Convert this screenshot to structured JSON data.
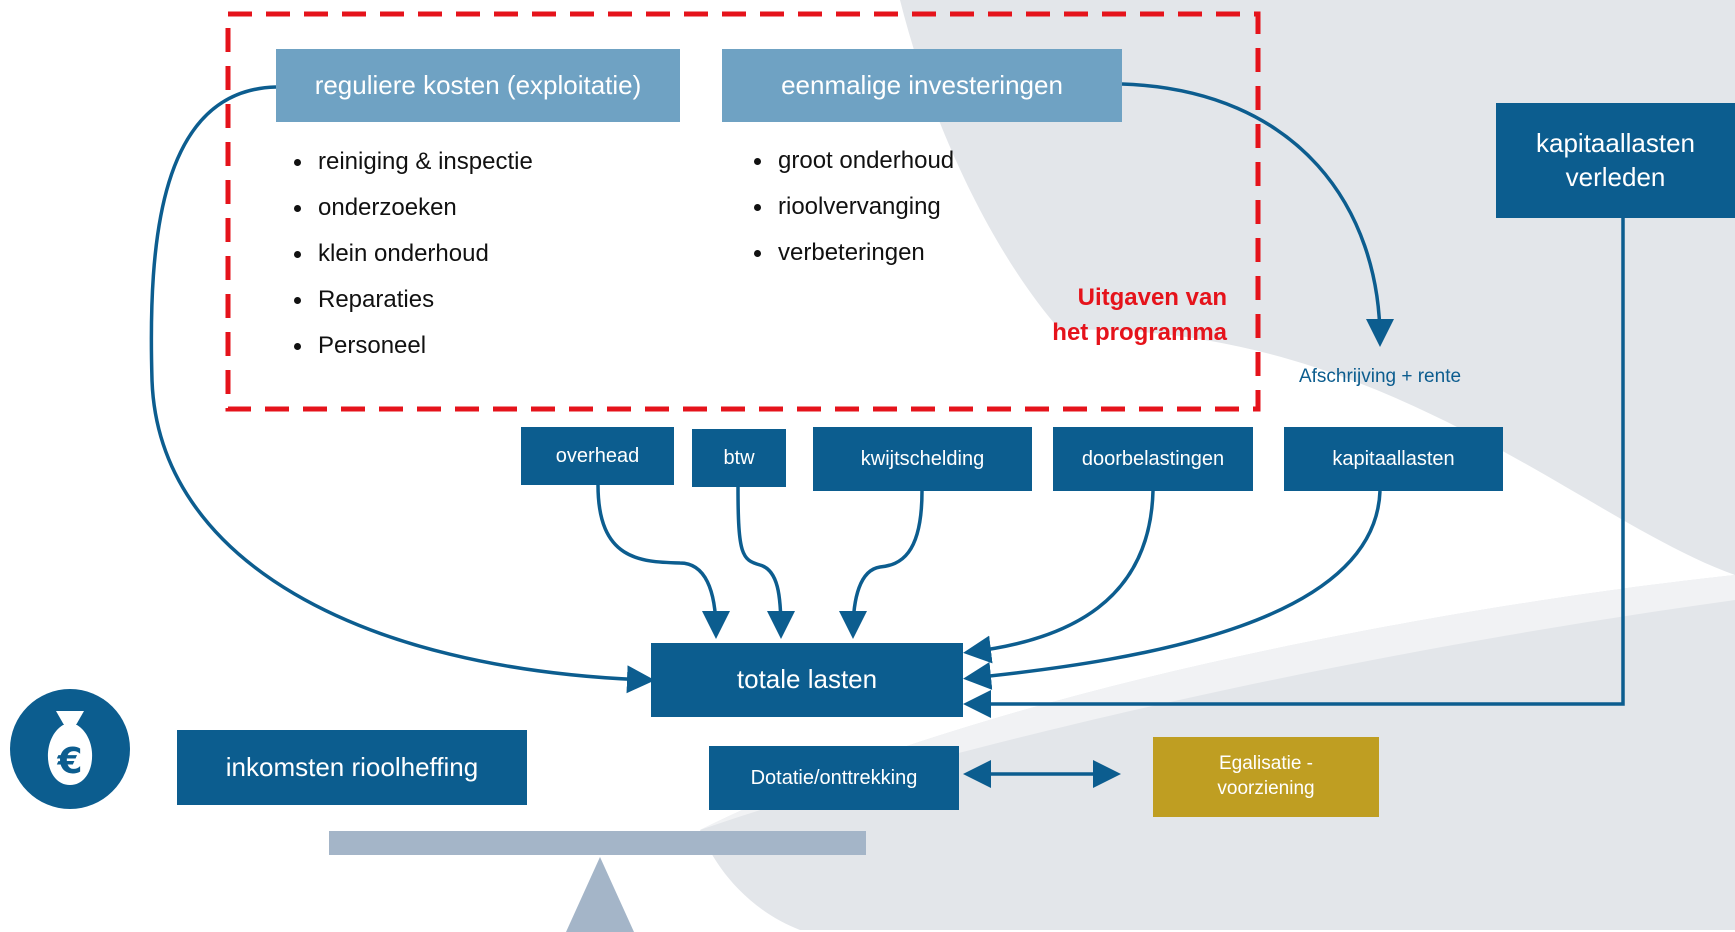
{
  "boxes": {
    "reguliere": "reguliere kosten (exploitatie)",
    "eenmalige": "eenmalige investeringen",
    "kapitaallasten_verleden": "kapitaallasten verleden",
    "overhead": "overhead",
    "btw": "btw",
    "kwijtschelding": "kwijtschelding",
    "doorbelastingen": "doorbelastingen",
    "kapitaallasten": "kapitaallasten",
    "totale_lasten": "totale lasten",
    "inkomsten": "inkomsten rioolheffing",
    "dotatie": "Dotatie/onttrekking",
    "egalisatie": "Egalisatie - voorziening"
  },
  "regular_items": [
    "reiniging & inspectie",
    "onderzoeken",
    "klein onderhoud",
    "Reparaties",
    "Personeel"
  ],
  "investment_items": [
    "groot onderhoud",
    "rioolvervanging",
    "verbeteringen"
  ],
  "program_label": [
    "Uitgaven van",
    "het programma"
  ],
  "afschrijving_note": "Afschrijving + rente",
  "colors": {
    "navy": "#0c5d8f",
    "light_blue": "#6fa2c3",
    "gold": "#bf9e22",
    "red_dashed": "#e5131b",
    "scale_grey": "#a4b5c8"
  },
  "icons": [
    "money-bag-euro-icon"
  ]
}
